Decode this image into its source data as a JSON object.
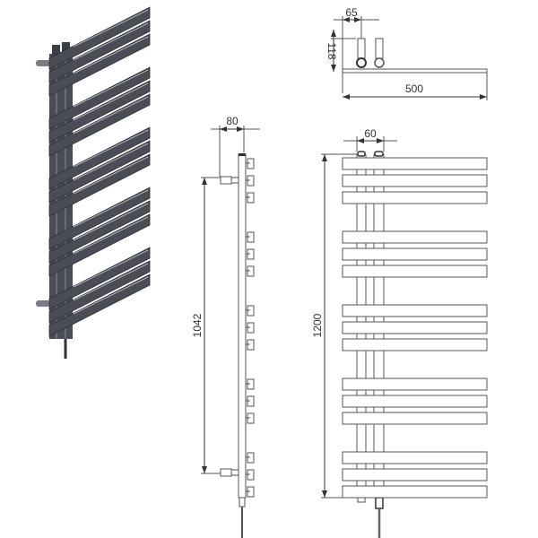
{
  "dimensions": {
    "top_offset": "65",
    "top_depth": "118",
    "top_width": "500",
    "side_depth": "80",
    "side_centres": "1042",
    "front_pipe_spacing": "60",
    "front_height": "1200"
  },
  "colors": {
    "render_body": "#4a4d55",
    "line": "#555555"
  },
  "radiator": {
    "bar_groups": 5,
    "bars_per_group": 3
  }
}
